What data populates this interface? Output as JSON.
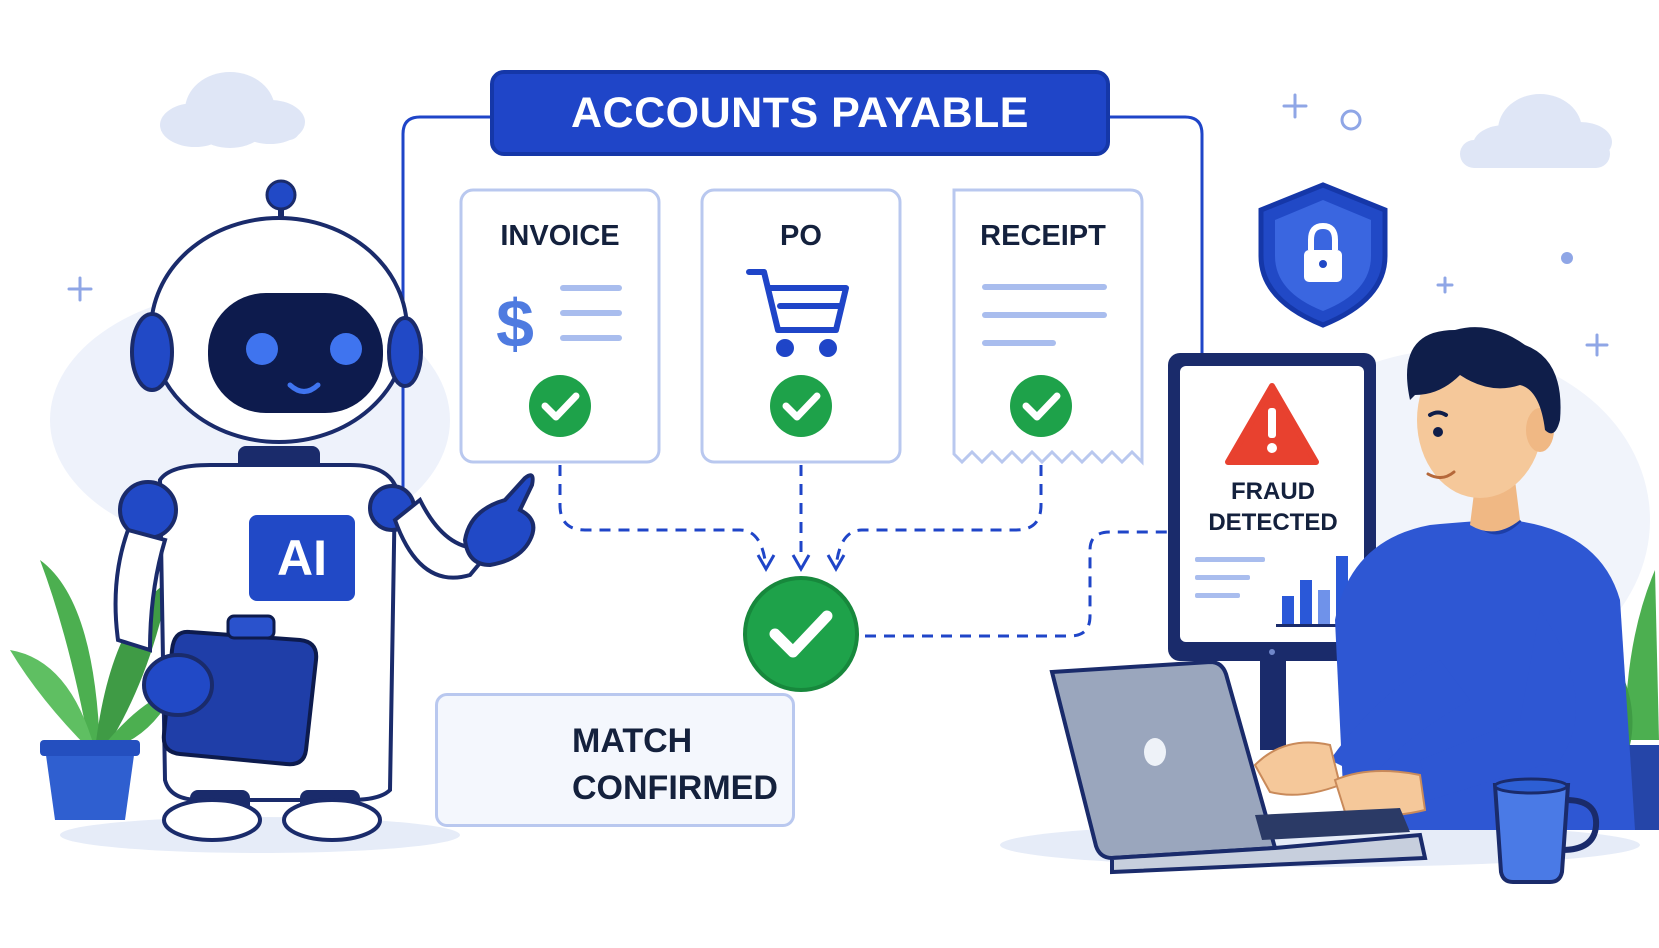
{
  "header": {
    "title": "ACCOUNTS PAYABLE"
  },
  "documents": [
    {
      "label": "INVOICE",
      "icon": "dollar-icon",
      "status": "check-icon"
    },
    {
      "label": "PO",
      "icon": "shopping-cart-icon",
      "status": "check-icon"
    },
    {
      "label": "RECEIPT",
      "icon": "receipt-lines-icon",
      "status": "check-icon"
    }
  ],
  "match": {
    "line1": "MATCH",
    "line2": "CONFIRMED",
    "icon": "check-circle-icon"
  },
  "robot": {
    "badge": "AI"
  },
  "monitor": {
    "alert_line1": "FRAUD",
    "alert_line2": "DETECTED",
    "icon": "warning-triangle-icon"
  },
  "security": {
    "icon": "shield-lock-icon"
  },
  "colors": {
    "primary_blue": "#1f45c8",
    "dark_navy": "#14213d",
    "success_green": "#1ea24a",
    "alert_red": "#e8412f",
    "light_blue": "#b9c8ef",
    "skin": "#f5c89a"
  }
}
